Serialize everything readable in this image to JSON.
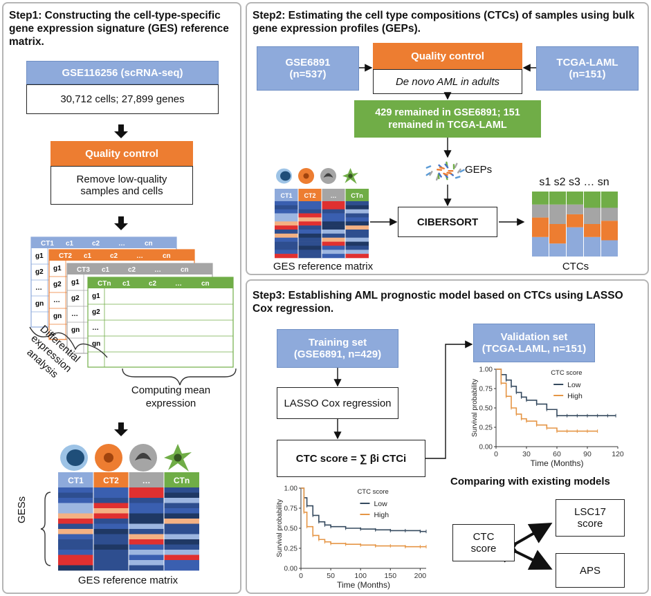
{
  "step1": {
    "title": "Step1: Constructing the cell-type-specific gene expression signature (GES) reference matrix.",
    "dataset": "GSE116256 (scRNA-seq)",
    "dataset_detail": "30,712 cells; 27,899 genes",
    "qc_label": "Quality control",
    "qc_detail": "Remove low-quality samples and cells",
    "matrix_headers": [
      "CT1",
      "CT2",
      "CT3",
      "CTn"
    ],
    "matrix_cols": [
      "c1",
      "c2",
      "…",
      "cn"
    ],
    "matrix_rows": [
      "g1",
      "g2",
      "…",
      "gn"
    ],
    "diff_label": "Differential expression analysis",
    "mean_label": "Computing mean expression",
    "ges_headers": [
      "CT1",
      "CT2",
      "…",
      "CTn"
    ],
    "gess_label": "GESs",
    "ges_matrix_label": "GES reference matrix"
  },
  "step2": {
    "title": "Step2: Estimating the cell type compositions (CTCs) of samples using bulk gene expression profiles (GEPs).",
    "left_dataset": "GSE6891",
    "left_n": "(n=537)",
    "right_dataset": "TCGA-LAML",
    "right_n": "(n=151)",
    "qc_label": "Quality control",
    "qc_detail": "De novo AML in adults",
    "remained": "429 remained in GSE6891; 151 remained in TCGA-LAML",
    "geps_label": "GEPs",
    "cibersort_label": "CIBERSORT",
    "ges_matrix_label": "GES reference matrix",
    "ges_headers": [
      "CT1",
      "CT2",
      "…",
      "CTn"
    ],
    "samples_label": "s1 s2 s3 … sn",
    "ctcs_label": "CTCs"
  },
  "step3": {
    "title": "Step3: Establishing AML prognostic model based on CTCs using LASSO Cox regression.",
    "training_label": "Training set",
    "training_detail": "(GSE6891, n=429)",
    "validation_label": "Validation set",
    "validation_detail": "(TCGA-LAML, n=151)",
    "lasso_label": "LASSO Cox regression",
    "score_formula": "CTC score = ∑ βi CTCi",
    "comparing_label": "Comparing with existing models",
    "ctc_score_label": "CTC score",
    "lsc17_label": "LSC17 score",
    "aps_label": "APS"
  },
  "colors": {
    "blue": "#8eaadb",
    "orange": "#ed7d31",
    "green": "#70ad47",
    "gray": "#a5a5a5",
    "low": "#34495e",
    "high": "#e59545"
  },
  "chart_data": [
    {
      "type": "line",
      "ylabel": "Survival probability",
      "xlabel": "Time (Months)",
      "legend_title": "CTC score",
      "xlim": [
        0,
        120
      ],
      "ylim": [
        0,
        1
      ],
      "xticks": [
        0,
        30,
        60,
        90,
        120
      ],
      "yticks": [
        "0.00",
        "0.25",
        "0.50",
        "0.75",
        "1.00"
      ],
      "series": [
        {
          "name": "Low",
          "x": [
            0,
            5,
            10,
            15,
            20,
            25,
            30,
            40,
            50,
            60,
            70,
            80,
            90,
            100,
            110,
            118
          ],
          "y": [
            1,
            0.93,
            0.86,
            0.78,
            0.7,
            0.64,
            0.6,
            0.55,
            0.48,
            0.4,
            0.4,
            0.4,
            0.4,
            0.4,
            0.4,
            0.4
          ]
        },
        {
          "name": "High",
          "x": [
            0,
            5,
            10,
            15,
            20,
            25,
            30,
            40,
            50,
            60,
            70,
            80,
            90,
            100
          ],
          "y": [
            1,
            0.82,
            0.65,
            0.5,
            0.42,
            0.36,
            0.33,
            0.28,
            0.24,
            0.2,
            0.2,
            0.2,
            0.2,
            0.2
          ]
        }
      ]
    },
    {
      "type": "line",
      "ylabel": "Survival probability",
      "xlabel": "Time (Months)",
      "legend_title": "CTC score",
      "xlim": [
        0,
        210
      ],
      "ylim": [
        0,
        1
      ],
      "xticks": [
        0,
        50,
        100,
        150,
        200
      ],
      "yticks": [
        "0.00",
        "0.25",
        "0.50",
        "0.75",
        "1.00"
      ],
      "series": [
        {
          "name": "Low",
          "x": [
            0,
            5,
            10,
            20,
            30,
            40,
            50,
            75,
            100,
            125,
            150,
            175,
            200,
            210
          ],
          "y": [
            1,
            0.88,
            0.78,
            0.66,
            0.58,
            0.54,
            0.52,
            0.5,
            0.49,
            0.48,
            0.47,
            0.47,
            0.46,
            0.46
          ]
        },
        {
          "name": "High",
          "x": [
            0,
            5,
            10,
            20,
            30,
            40,
            50,
            75,
            100,
            125,
            150,
            175,
            200,
            210
          ],
          "y": [
            1,
            0.7,
            0.52,
            0.41,
            0.36,
            0.33,
            0.31,
            0.3,
            0.29,
            0.28,
            0.28,
            0.27,
            0.27,
            0.27
          ]
        }
      ]
    }
  ]
}
